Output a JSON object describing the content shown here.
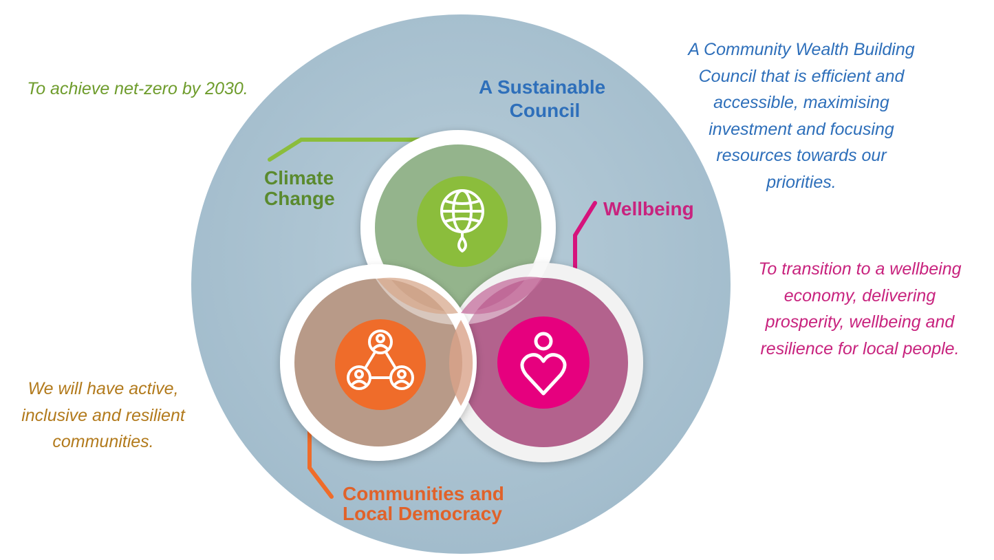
{
  "statements": {
    "climate": "To achieve net-zero by 2030.",
    "council": "A Community Wealth Building\nCouncil that is efficient and\naccessible, maximising\ninvestment and focusing\nresources towards our\npriorities.",
    "wellbeing": "To transition to a wellbeing\neconomy, delivering\nprosperity, wellbeing and\nresilience for local people.",
    "communities": "We will have active,\ninclusive and resilient\ncommunities."
  },
  "labels": {
    "sustainable": [
      "A Sustainable",
      "Council"
    ],
    "climate": [
      "Climate",
      "Change"
    ],
    "wellbeing": [
      "Wellbeing"
    ],
    "communities": [
      "Communities and",
      "Local Democracy"
    ]
  },
  "icons": {
    "climate": "globe-with-drop-icon",
    "communities": "connected-people-icon",
    "wellbeing": "person-heart-icon"
  },
  "colors": {
    "outer_circle": "#a9c1d0",
    "climate": "#8bbd3c",
    "climate_text": "#5a8a2e",
    "council_text": "#2e6fba",
    "wellbeing": "#e6007e",
    "wellbeing_text": "#c8237e",
    "communities": "#ef6c2a",
    "communities_text": "#e0622a",
    "communities_statement": "#b27a1c"
  }
}
